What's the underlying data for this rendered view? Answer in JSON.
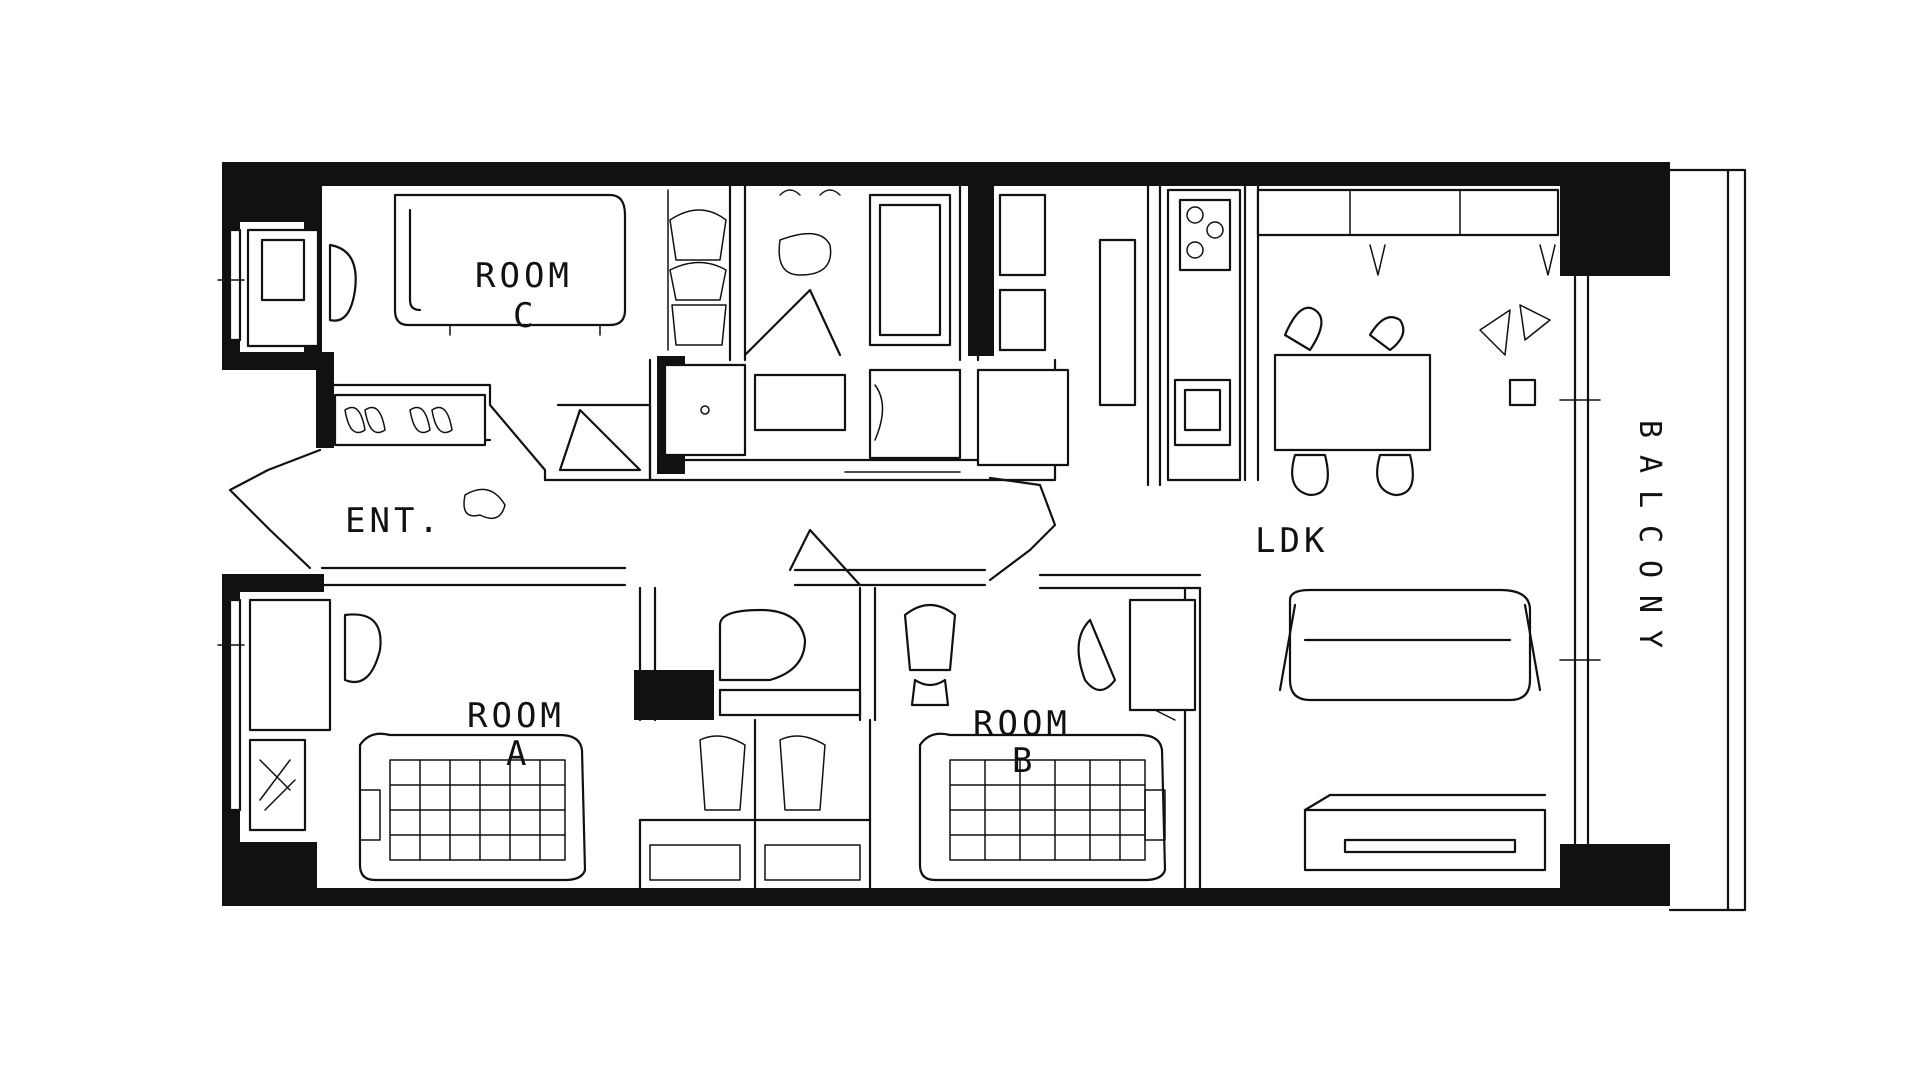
{
  "floor_plan": {
    "rooms": {
      "room_c": {
        "line1": "ROOM",
        "line2": "C"
      },
      "room_a": {
        "line1": "ROOM",
        "line2": "A"
      },
      "room_b": {
        "line1": "ROOM",
        "line2": "B"
      },
      "entrance": "ENT.",
      "ldk": "LDK",
      "balcony": [
        "B",
        "A",
        "L",
        "C",
        "O",
        "N",
        "Y"
      ]
    }
  }
}
